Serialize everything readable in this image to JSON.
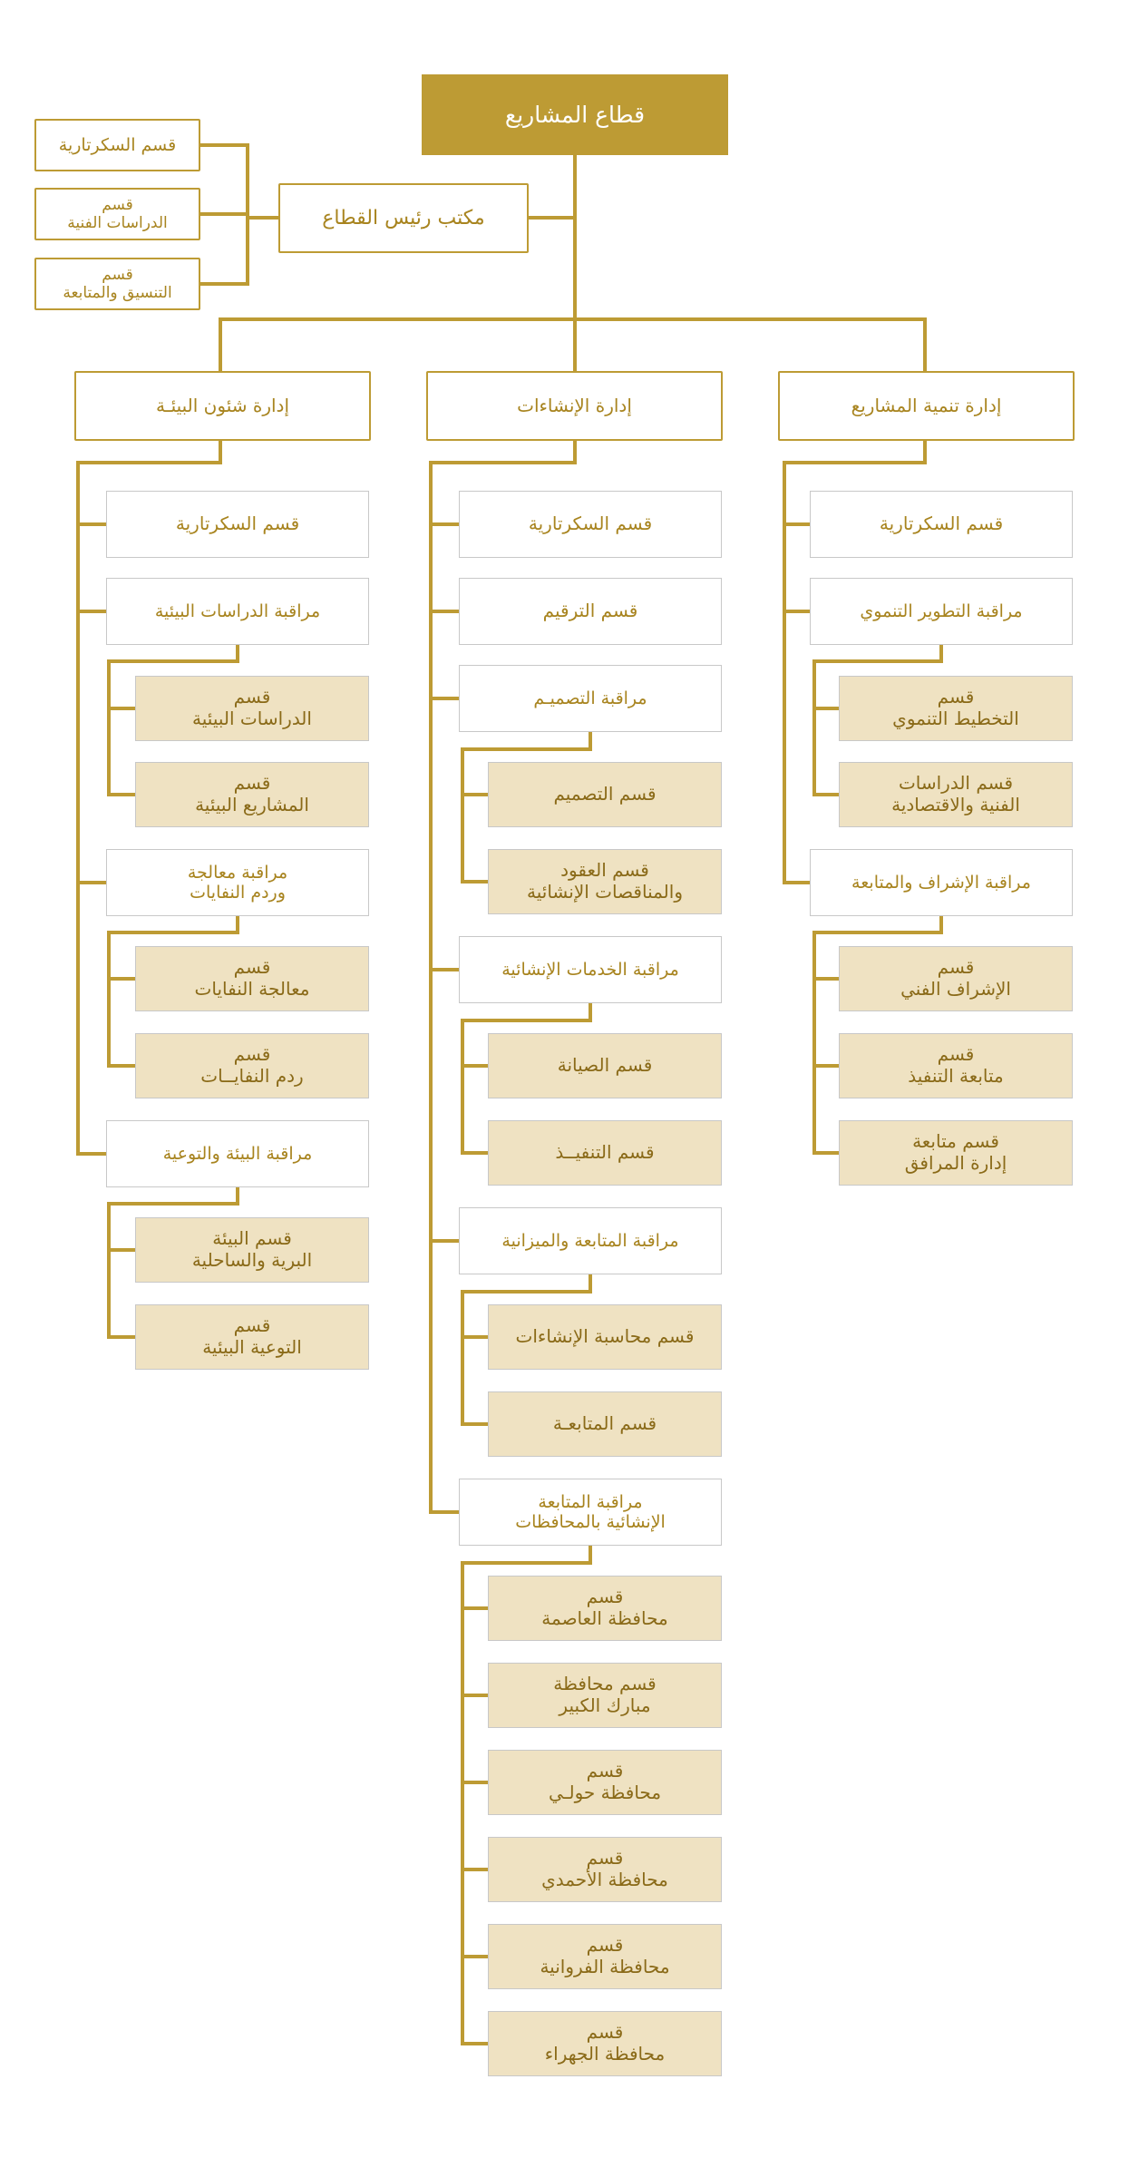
{
  "colors": {
    "accent": "#bd9b34",
    "unit_fill": "#efe2c2",
    "line": "#bd9b34"
  },
  "top": "قطاع المشاريع",
  "office": "مكتب رئيس القطاع",
  "office_sections": [
    "قسم السكرتارية",
    "قسم\nالدراسات الفنية",
    "قسم\nالتنسيق والمتابعة"
  ],
  "departments": [
    {
      "title": "إدارة تنمية المشاريع",
      "secretary": "قسم السكرتارية",
      "controls": [
        {
          "title": "مراقبة التطوير التنموي",
          "units": [
            "قسم\nالتخطيط التنموي",
            "قسم الدراسات\nالفنية والاقتصادية"
          ]
        },
        {
          "title": "مراقبة الإشراف والمتابعة",
          "units": [
            "قسم\nالإشراف الفني",
            "قسم\nمتابعة التنفيذ",
            "قسم متابعة\nإدارة المرافق"
          ]
        }
      ]
    },
    {
      "title": "إدارة الإنشاءات",
      "secretary": "قسم السكرتارية",
      "numbering": "قسم الترقيم",
      "controls": [
        {
          "title": "مراقبة التصميـم",
          "units": [
            "قسم التصميم",
            "قسم العقود\nوالمناقصات الإنشائية"
          ]
        },
        {
          "title": "مراقبة الخدمات الإنشائية",
          "units": [
            "قسم الصيانة",
            "قسم التنفيــذ"
          ]
        },
        {
          "title": "مراقبة المتابعة والميزانية",
          "units": [
            "قسم محاسبة الإنشاءات",
            "قسم المتابعـة"
          ]
        },
        {
          "title": "مراقبة المتابعة\nالإنشائية بالمحافظات",
          "units": [
            "قسم\nمحافظة العاصمة",
            "قسم محافظة\nمبارك الكبير",
            "قسم\nمحافظة حولـي",
            "قسم\nمحافظة الأحمدي",
            "قسم\nمحافظة الفروانية",
            "قسم\nمحافظة الجهراء"
          ]
        }
      ]
    },
    {
      "title": "إدارة شئون البيئـة",
      "secretary": "قسم السكرتارية",
      "controls": [
        {
          "title": "مراقبة الدراسات البيئية",
          "units": [
            "قسم\nالدراسات البيئية",
            "قسم\nالمشاريع البيئية"
          ]
        },
        {
          "title": "مراقبة معالجة\nوردم النفايات",
          "units": [
            "قسم\nمعالجة النفايات",
            "قسم\nردم النفايــات"
          ]
        },
        {
          "title": "مراقبة البيئة والتوعية",
          "units": [
            "قسم البيئة\nالبرية والساحلية",
            "قسم\nالتوعية البيئية"
          ]
        }
      ]
    }
  ]
}
